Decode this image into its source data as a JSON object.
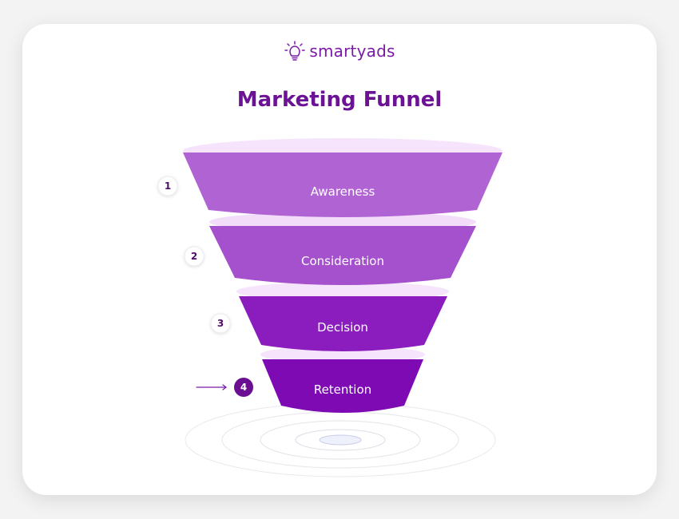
{
  "brand": {
    "name": "smartyads",
    "icon": "lightbulb-icon",
    "color": "#7a1aa6"
  },
  "title": "Marketing Funnel",
  "stages": [
    {
      "number": "1",
      "label": "Awareness",
      "color": "#b063d3",
      "rim": "#f5e4fb"
    },
    {
      "number": "2",
      "label": "Consideration",
      "color": "#a550cc",
      "rim": "#f2dcfa"
    },
    {
      "number": "3",
      "label": "Decision",
      "color": "#8b1cbd",
      "rim": "#f5e4fb"
    },
    {
      "number": "4",
      "label": "Retention",
      "color": "#7e0ab4",
      "rim": "#f5e4fb"
    }
  ],
  "highlight_stage": "4",
  "colors": {
    "accent": "#6c1294",
    "number_dark": "#4f0d6c",
    "highlight_badge": "#6a0f91"
  }
}
